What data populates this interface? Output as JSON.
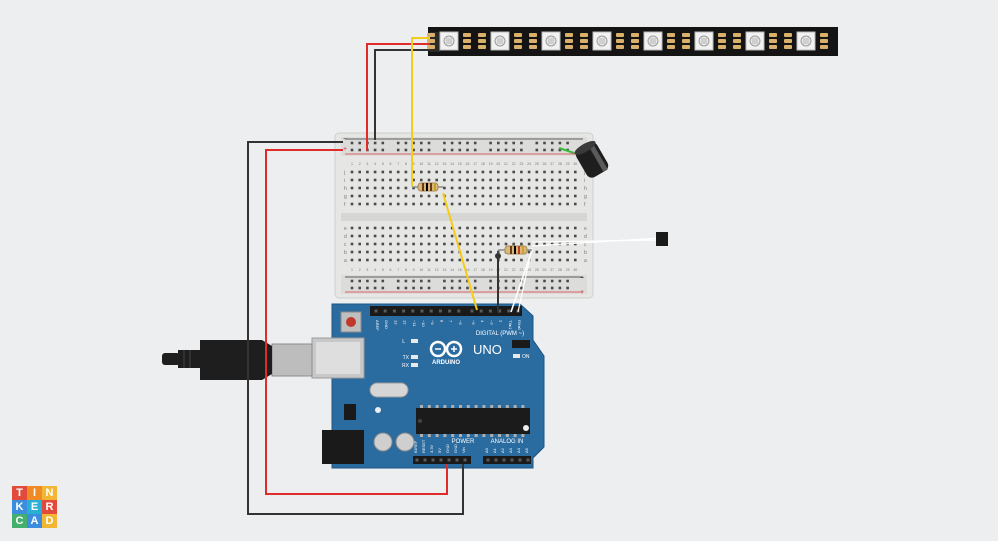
{
  "board": {
    "brand": "ARDUINO",
    "model": "UNO",
    "digital_label": "DIGITAL (PWM ~)",
    "power_label": "POWER",
    "analog_label": "ANALOG IN",
    "on_label": "ON",
    "led_l": "L",
    "led_tx": "TX",
    "led_rx": "RX",
    "top_pin_labels": [
      "AREF",
      "GND",
      "13",
      "12",
      "~11",
      "~10",
      "~9",
      "8",
      "7",
      "~6",
      "~5",
      "4",
      "~3",
      "2",
      "TX▸1",
      "RX◂0"
    ],
    "power_pin_labels": [
      "IOREF",
      "RESET",
      "3.3V",
      "5V",
      "GND",
      "GND",
      "Vin"
    ],
    "analog_pin_labels": [
      "A0",
      "A1",
      "A2",
      "A3",
      "A4",
      "A5"
    ]
  },
  "breadboard": {
    "row_letters_top": [
      "j",
      "i",
      "h",
      "g",
      "f"
    ],
    "row_letters_bottom": [
      "e",
      "d",
      "c",
      "b",
      "a"
    ],
    "column_count": 30,
    "rail_plus": "+",
    "rail_minus": "−"
  },
  "led_strip": {
    "pixel_count": 8
  },
  "logo": {
    "letters": [
      "T",
      "I",
      "N",
      "K",
      "E",
      "R",
      "C",
      "A",
      "D"
    ],
    "colors": [
      "#e24a3b",
      "#f08a24",
      "#f2b632",
      "#3c8dde",
      "#2ab0d6",
      "#e24a3b",
      "#45b06e",
      "#3c8dde",
      "#f2b632"
    ]
  },
  "colors": {
    "wire_red": "#e02b2b",
    "wire_black": "#333333",
    "wire_yellow": "#f5cc17",
    "wire_white": "#ffffff",
    "board_blue": "#2a6ba0",
    "breadboard": "#e8e8e6"
  }
}
